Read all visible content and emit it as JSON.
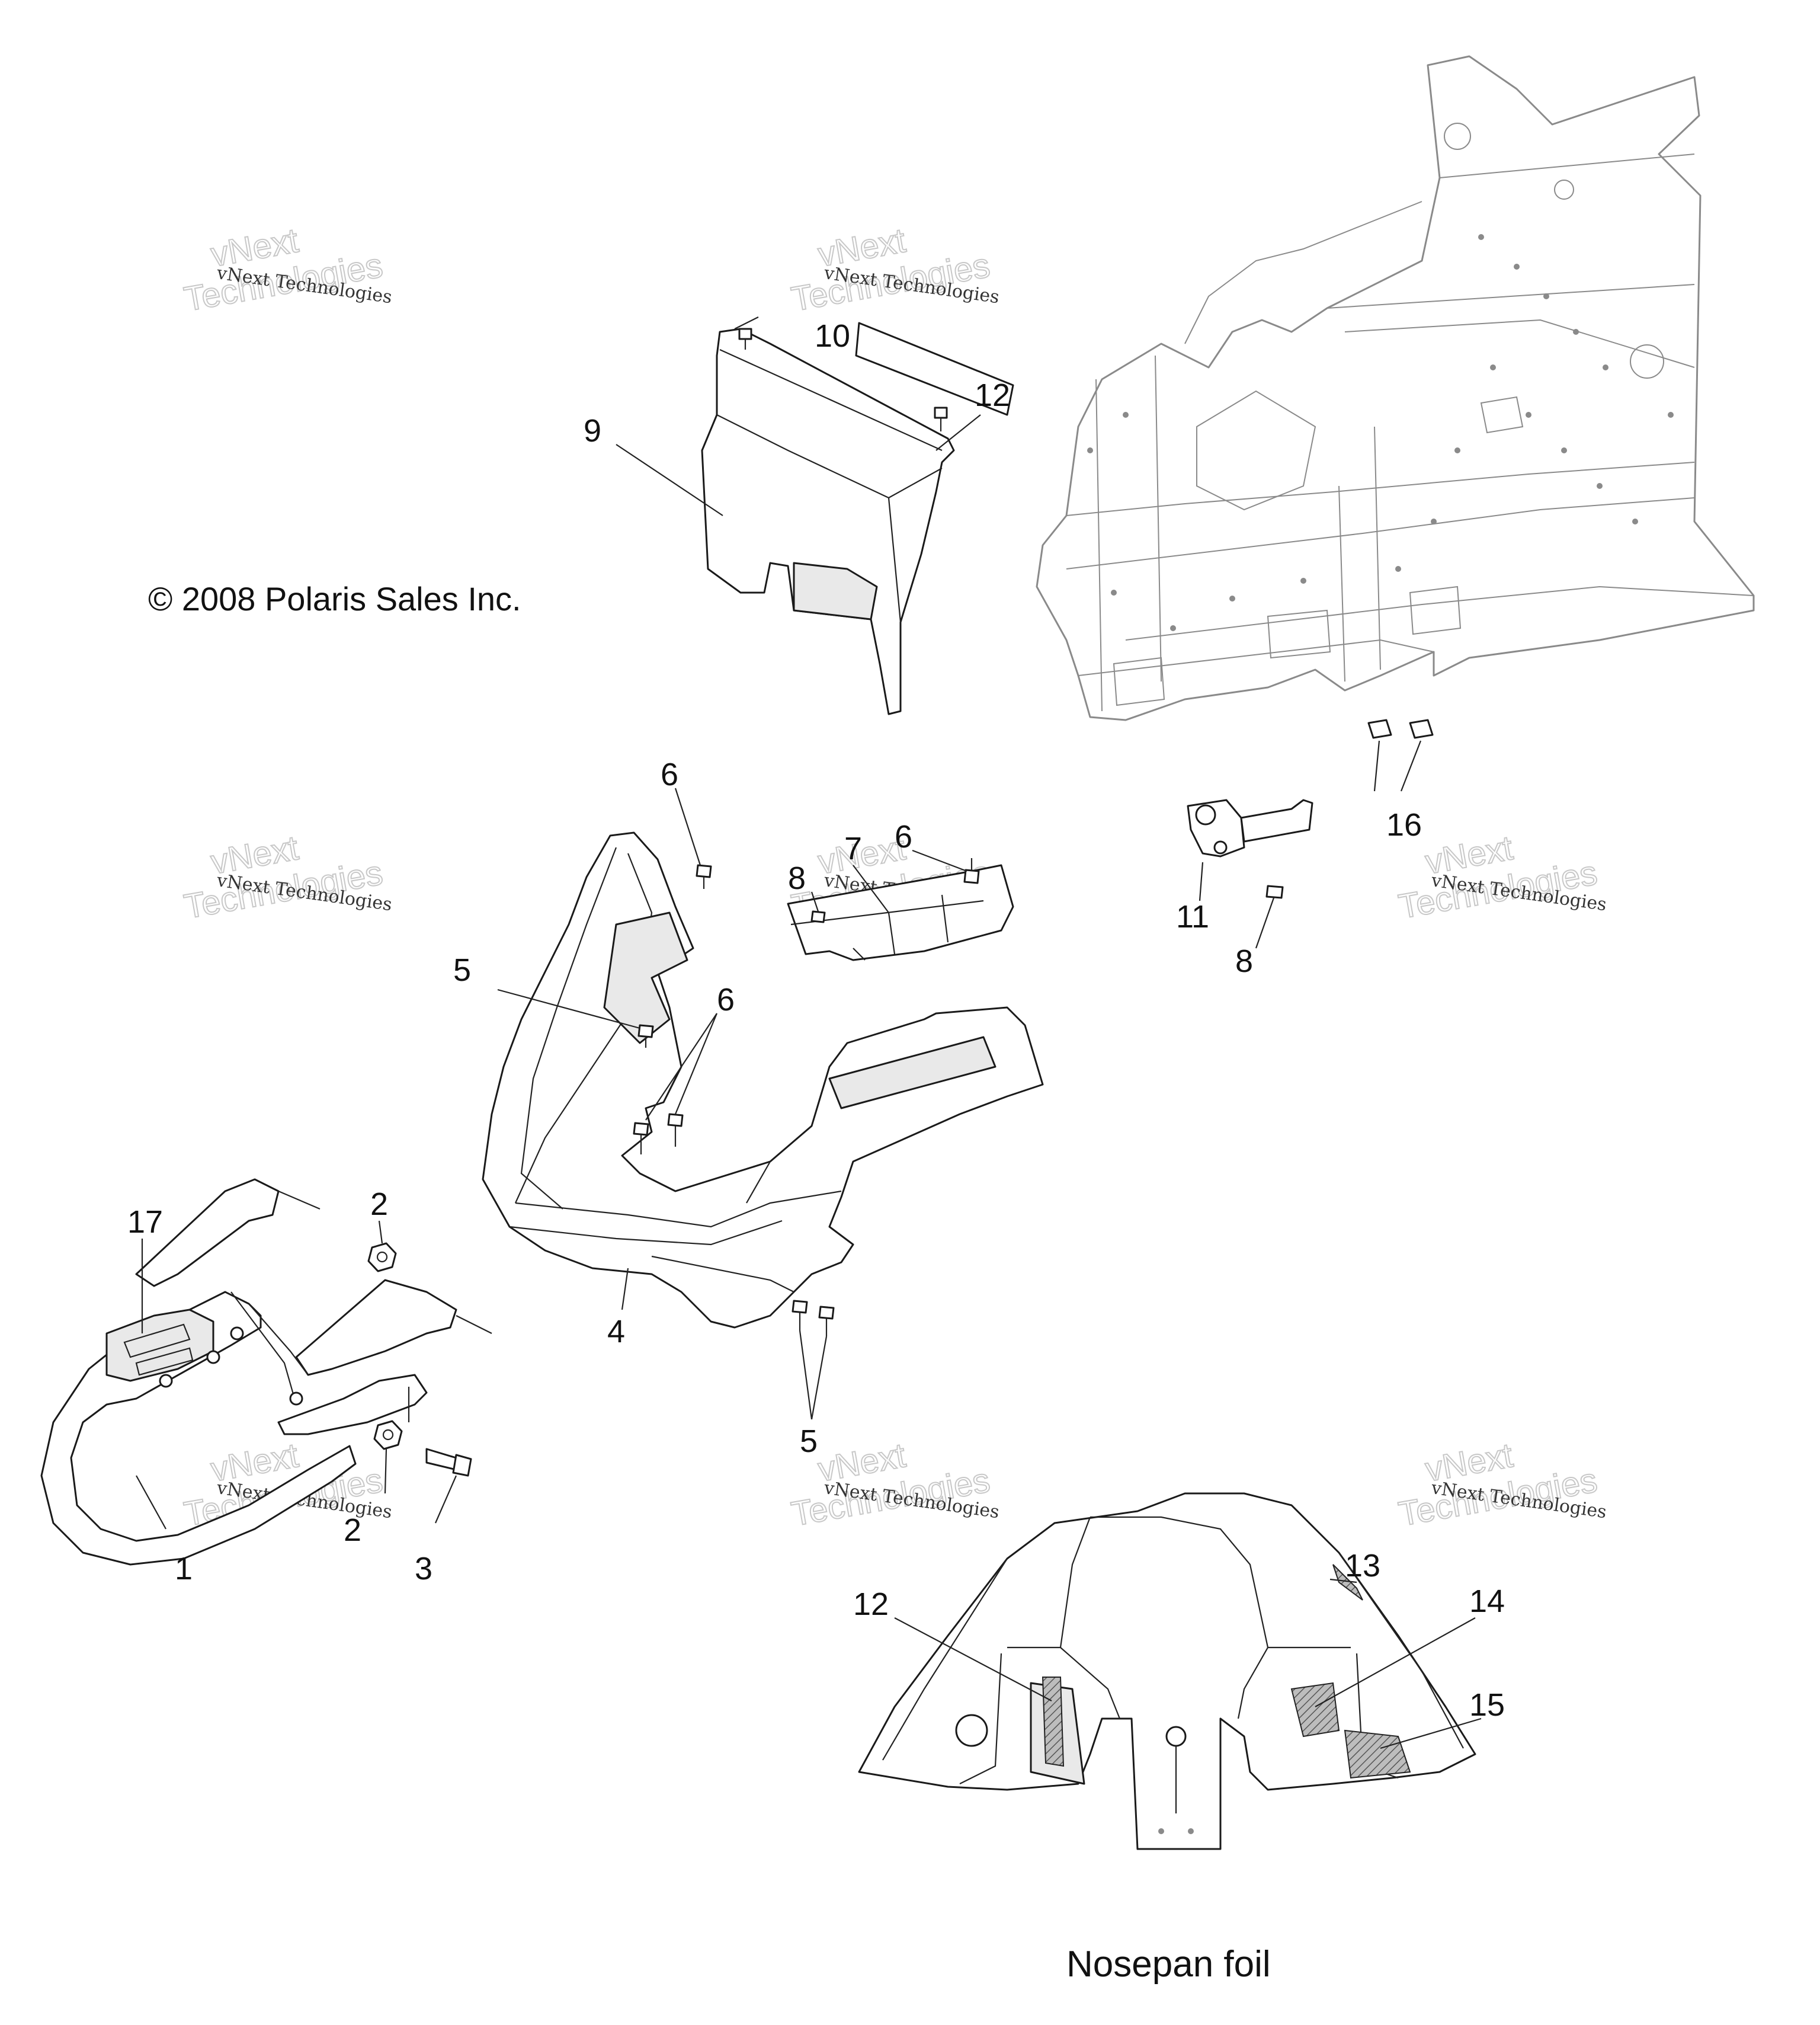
{
  "copyright": "© 2008 Polaris Sales Inc.",
  "caption": "Nosepan foil",
  "watermark": {
    "line1": "vNext",
    "line2": "Technologies",
    "small": "vNext Technologies"
  },
  "callouts": [
    "1",
    "2",
    "2",
    "3",
    "4",
    "5",
    "5",
    "6",
    "6",
    "6",
    "7",
    "8",
    "8",
    "9",
    "10",
    "11",
    "12",
    "12",
    "13",
    "14",
    "15",
    "16",
    "17"
  ]
}
